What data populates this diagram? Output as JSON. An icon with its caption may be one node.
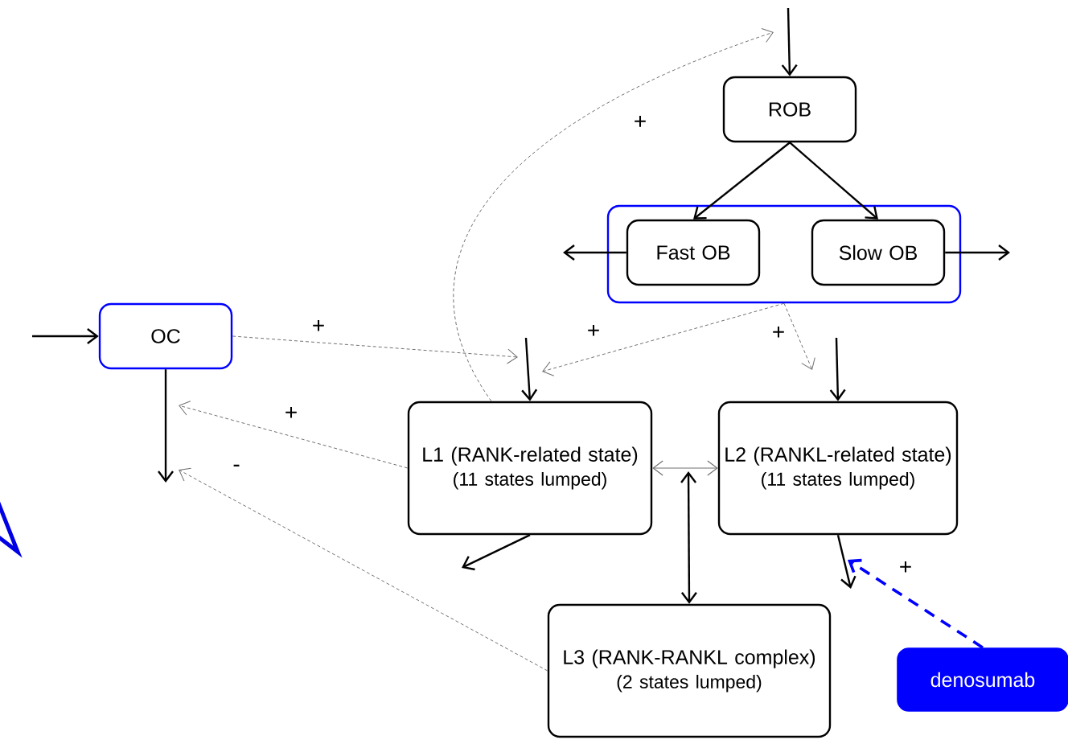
{
  "diagram": {
    "nodes": [
      {
        "text": [
          "ROB"
        ]
      },
      {
        "text": [],
        "shape": "box"
      },
      {
        "text": [
          "Fast OB"
        ],
        "in": 1
      },
      {
        "text": [
          "Slow OB"
        ],
        "in": 1
      },
      {
        "text": [
          "OC"
        ]
      },
      {
        "text": [
          "L1 (RANK-related state)",
          "(11 states lumped)"
        ]
      },
      {
        "text": [
          "L2 (RANKL-related state)",
          "(11 states lumped)"
        ]
      },
      {
        "text": [
          "L3 (RANK-RANKL complex)",
          "(2 states lumped)"
        ]
      },
      {
        "text": [
          "denosumab"
        ]
      }
    ],
    "edges": [
      {
        "from": null,
        "to": 0,
        "arrow": "to"
      },
      {
        "from": 0,
        "to": 2,
        "arrow": "to"
      },
      {
        "from": 0,
        "to": 3,
        "arrow": "to"
      },
      {
        "from": 2,
        "to": null,
        "arrow": "to"
      },
      {
        "from": 3,
        "to": null,
        "arrow": "to"
      },
      {
        "from": null,
        "to": 4,
        "arrow": "to"
      },
      {
        "from": 4,
        "to": null,
        "arrow": "to"
      },
      {
        "from": 4,
        "to": null,
        "arrow": "to",
        "label": "+",
        "style": "dashed",
        "color": "#707070"
      },
      {
        "from": null,
        "to": 5,
        "arrow": "to"
      },
      {
        "from": 1,
        "to": null,
        "arrow": "to",
        "label": "+",
        "style": "dashed",
        "color": "#707070"
      },
      {
        "from": 1,
        "to": null,
        "arrow": "to",
        "label": "+",
        "style": "dashed",
        "color": "#707070"
      },
      {
        "from": null,
        "to": 6,
        "arrow": "to"
      },
      {
        "from": 5,
        "to": null,
        "arrow": "to",
        "label": "+",
        "style": "dashed",
        "color": "#707070"
      },
      {
        "from": 7,
        "to": null,
        "arrow": "to",
        "label": "-",
        "style": "dashed",
        "color": "#707070"
      },
      {
        "from": 5,
        "to": null,
        "arrow": "to",
        "label": "+",
        "style": "dashed",
        "color": "#707070"
      },
      {
        "from": 5,
        "to": null,
        "arrow": "to"
      },
      {
        "from": 6,
        "to": null,
        "arrow": "to"
      },
      {
        "from": 5,
        "to": 6,
        "arrow": "both",
        "color": "#707070"
      },
      {
        "from": 7,
        "to": null,
        "arrow": "both"
      },
      {
        "from": 8,
        "to": null,
        "arrow": "to",
        "label": "+",
        "style": "dashed",
        "color": "#0000ff"
      }
    ]
  }
}
